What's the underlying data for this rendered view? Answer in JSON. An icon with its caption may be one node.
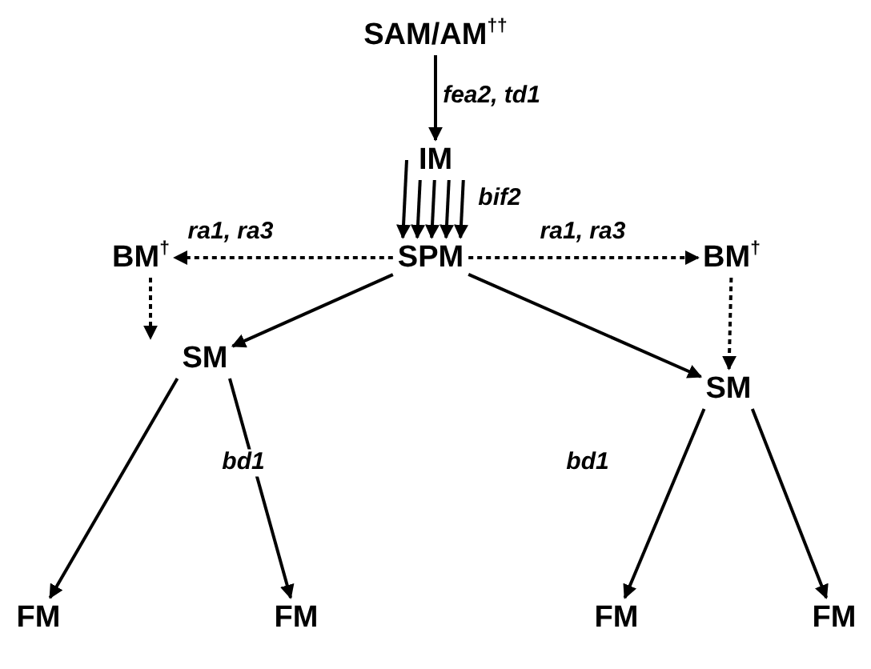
{
  "diagram": {
    "nodes": [
      {
        "text": [
          "SAM/AM$^{††}$"
        ]
      },
      {
        "text": [
          "IM"
        ]
      },
      {
        "text": [
          "SPM"
        ]
      },
      {
        "text": [
          "BM$^{†}$"
        ]
      },
      {
        "text": [
          "BM$^{†}$"
        ]
      },
      {
        "text": [
          "SM"
        ]
      },
      {
        "text": [
          "SM"
        ]
      },
      {
        "text": [
          "FM"
        ]
      },
      {
        "text": [
          "FM"
        ]
      },
      {
        "text": [
          "FM"
        ]
      },
      {
        "text": [
          "FM"
        ]
      }
    ],
    "edges": [
      {
        "from": 0,
        "to": 1,
        "arrow": "to",
        "label": "fea2, td1"
      },
      {
        "from": 1,
        "to": 2,
        "arrow": "to"
      },
      {
        "from": 1,
        "to": 2,
        "arrow": "to"
      },
      {
        "from": 1,
        "to": 2,
        "arrow": "to"
      },
      {
        "from": 1,
        "to": 2,
        "arrow": "to"
      },
      {
        "from": 1,
        "to": 2,
        "arrow": "to",
        "label": "bif2"
      },
      {
        "from": 2,
        "to": 3,
        "arrow": "to",
        "label": "ra1, ra3",
        "style": "dashed"
      },
      {
        "from": 2,
        "to": 4,
        "arrow": "to",
        "label": "ra1, ra3",
        "style": "dashed"
      },
      {
        "from": 3,
        "to": 5,
        "arrow": "to",
        "style": "dashed"
      },
      {
        "from": 4,
        "to": 6,
        "arrow": "to",
        "style": "dashed"
      },
      {
        "from": 2,
        "to": 5,
        "arrow": "to"
      },
      {
        "from": 2,
        "to": 6,
        "arrow": "to"
      },
      {
        "from": 5,
        "to": 7,
        "arrow": "to"
      },
      {
        "from": 5,
        "to": 8,
        "arrow": "to",
        "label": "bd1"
      },
      {
        "from": 6,
        "to": 9,
        "arrow": "to",
        "label": "bd1"
      },
      {
        "from": 6,
        "to": 10,
        "arrow": "to"
      }
    ]
  }
}
